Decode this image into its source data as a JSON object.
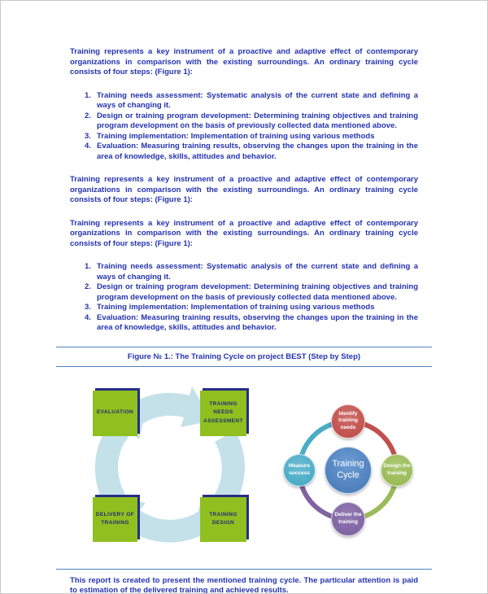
{
  "document": {
    "paragraphs": [
      "Training represents a key instrument of a proactive and adaptive effect of contemporary organizations in comparison with the existing surroundings. An ordinary training cycle consists of four steps: (Figure 1):",
      "Training represents a key instrument of a proactive and adaptive effect of contemporary organizations in comparison with the existing surroundings. An ordinary training cycle consists of four steps: (Figure 1):",
      "Training represents a key instrument of a proactive and adaptive effect of contemporary organizations in comparison with the existing surroundings. An ordinary training cycle consists of four steps: (Figure 1):"
    ],
    "steps": [
      {
        "number": "1.",
        "text": "Training needs assessment: Systematic analysis of the current state and defining a ways of changing it."
      },
      {
        "number": "2.",
        "text": "Design or training program development: Determining training objectives and training program development on the basis of previously collected data mentioned above."
      },
      {
        "number": "3.",
        "text": "Training implementation: Implementation of training using various methods"
      },
      {
        "number": "4.",
        "text": "Evaluation: Measuring training results, observing the changes upon the training in the area of knowledge, skills, attitudes and behavior."
      }
    ],
    "figure_caption": "Figure № 1.: The Training Cycle on project BEST (Step by Step)",
    "closing_paragraph": "This report is created to present the mentioned training cycle. The particular attention is paid to estimation of the delivered training and achieved results."
  },
  "cycle_boxes": {
    "evaluation": "EVALUATION",
    "training_needs": "TRAINING NEEDS ASSESSMENT",
    "delivery": "DELIVERY OF TRAINING",
    "design": "TRAINING DESIGN"
  },
  "cycle_circles": {
    "center": "Training Cycle",
    "top": "Identify training needs",
    "right": "Design the training",
    "bottom": "Deliver the training",
    "left": "Measure success"
  },
  "colors": {
    "body_text": "#2433b0",
    "divider_line": "#4f81bd",
    "box_green": "#8fc01f",
    "box_shadow_navy": "#272e87",
    "arrow_light_blue": "#c4e1e9",
    "circle_center_blue": "#4f81bd",
    "circle_red": "#c0504d",
    "circle_green": "#9bbb59",
    "circle_purple": "#8064a2",
    "circle_teal": "#4bacc6"
  }
}
